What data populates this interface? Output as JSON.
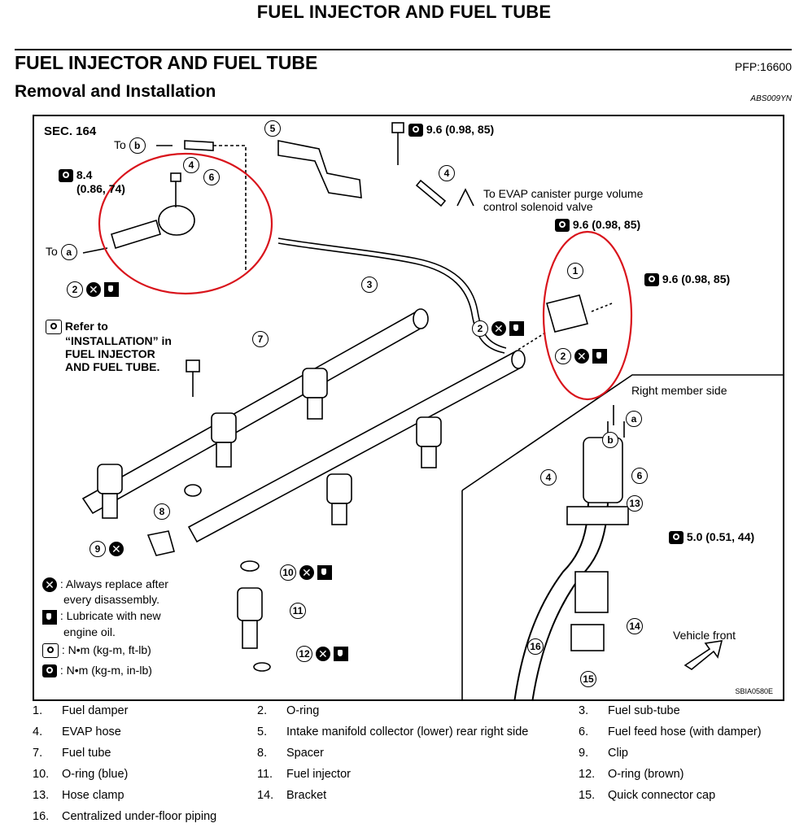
{
  "header": {
    "page_title": "FUEL INJECTOR AND FUEL TUBE",
    "section_title": "FUEL INJECTOR AND FUEL TUBE",
    "pfp": "PFP:16600",
    "subtitle": "Removal and Installation",
    "doc_code": "ABS009YN"
  },
  "diagram": {
    "sec": "SEC. 164",
    "to_b": "To",
    "to_a": "To",
    "letter_a": "a",
    "letter_b": "b",
    "torque_top": "9.6 (0.98, 85)",
    "torque_left_1": "8.4",
    "torque_left_2": "(0.86, 74)",
    "evap_1": "To EVAP canister purge volume",
    "evap_2": "control solenoid valve",
    "torque_mid": "9.6 (0.98, 85)",
    "torque_right": "9.6 (0.98, 85)",
    "refer_1": "Refer to",
    "refer_2": "“INSTALLATION” in",
    "refer_3": "FUEL INJECTOR",
    "refer_4": "AND FUEL TUBE.",
    "right_member": "Right member side",
    "torque_inset": "5.0 (0.51, 44)",
    "vehicle_front": "Vehicle front",
    "key_replace_1": ": Always replace after",
    "key_replace_2": "every disassembly.",
    "key_lube_1": ": Lubricate with new",
    "key_lube_2": "engine oil.",
    "key_nm_ft": ": N•m (kg-m, ft-lb)",
    "key_nm_in": ": N•m (kg-m, in-lb)",
    "figure_code": "SBIA0580E",
    "callouts": [
      "1",
      "2",
      "3",
      "4",
      "5",
      "6",
      "7",
      "8",
      "9",
      "10",
      "11",
      "12",
      "13",
      "14",
      "15",
      "16"
    ]
  },
  "legend": [
    {
      "num": "1.",
      "text": "Fuel damper"
    },
    {
      "num": "2.",
      "text": "O-ring"
    },
    {
      "num": "3.",
      "text": "Fuel sub-tube"
    },
    {
      "num": "4.",
      "text": "EVAP hose"
    },
    {
      "num": "5.",
      "text": "Intake manifold collector (lower) rear right side"
    },
    {
      "num": "6.",
      "text": "Fuel feed hose (with damper)"
    },
    {
      "num": "7.",
      "text": "Fuel tube"
    },
    {
      "num": "8.",
      "text": "Spacer"
    },
    {
      "num": "9.",
      "text": "Clip"
    },
    {
      "num": "10.",
      "text": "O-ring (blue)"
    },
    {
      "num": "11.",
      "text": "Fuel injector"
    },
    {
      "num": "12.",
      "text": "O-ring (brown)"
    },
    {
      "num": "13.",
      "text": "Hose clamp"
    },
    {
      "num": "14.",
      "text": "Bracket"
    },
    {
      "num": "15.",
      "text": "Quick connector cap"
    },
    {
      "num": "16.",
      "text": "Centralized under-floor piping"
    }
  ],
  "colors": {
    "highlight_circle": "#d9141c",
    "ink": "#000000"
  }
}
